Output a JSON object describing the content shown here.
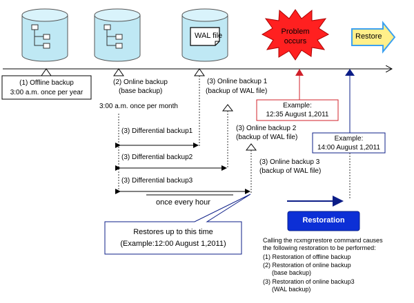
{
  "db_icons": [
    "database-icon-offline",
    "database-icon-base"
  ],
  "wal_file": "WAL file",
  "problem": [
    "Problem",
    "occurs"
  ],
  "restore_arrow": "Restore",
  "offline_backup": [
    "(1) Offline backup",
    "3:00 a.m. once per year"
  ],
  "online_backup": [
    "(2) Online backup",
    "(base backup)",
    "3:00 a.m. once per month"
  ],
  "wal1": [
    "(3) Online backup 1",
    "(backup of WAL file)"
  ],
  "wal2": [
    "(3) Online backup 2",
    "(backup of WAL file)"
  ],
  "wal3": [
    "(3) Online backup 3",
    "(backup of WAL file)"
  ],
  "diff": [
    "(3) Differential backup1",
    "(3) Differential backup2",
    "(3) Differential backup3"
  ],
  "hourly": "once every hour",
  "example_problem": [
    "Example:",
    "12:35 August 1,2011"
  ],
  "example_restore": [
    "Example:",
    "14:00 August 1,2011"
  ],
  "restores_up_to": [
    "Restores up to this time",
    "(Example:12:00 August 1,2011)"
  ],
  "restoration_button": "Restoration",
  "notes": [
    "Calling the rcxmgrrestore command causes",
    "the following restoration to be performed:",
    "(1) Restoration of offline backup",
    "(2) Restoration of online backup",
    "(base backup)",
    "(3) Restoration of online backup3",
    "(WAL backup)"
  ],
  "colors": {
    "cylinder": "#bfe8f4",
    "starburst": "#ff2020",
    "restore_fill": "#ffef8a",
    "restore_stroke": "#3aa0f0",
    "navy": "#0b1d87",
    "red": "#d0202a",
    "restoration_bg": "#0c2fd6"
  }
}
